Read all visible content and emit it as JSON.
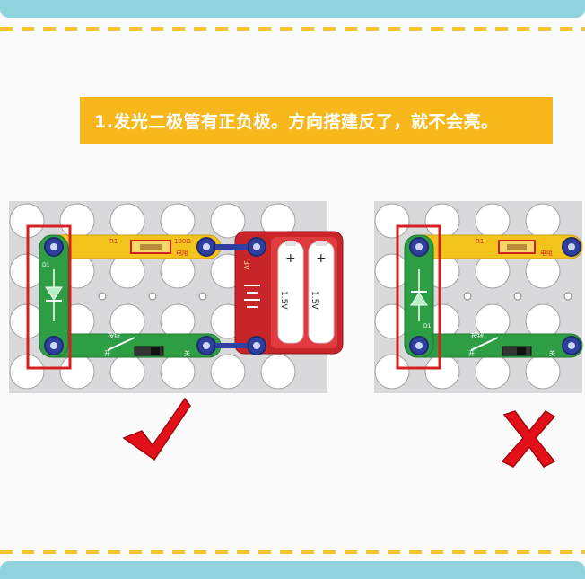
{
  "title": "1.发光二极管有正负极。方向搭建反了，就不会亮。",
  "left_circuit": {
    "resistor_label": "电阻",
    "resistor_value": "100Ω",
    "resistor_code": "R1",
    "switch_label_left": "开",
    "switch_label_right": "关",
    "switch_name": "按钮",
    "battery_voltage": "3V",
    "cell_1": "1.5V",
    "cell_2": "1.5V",
    "plus_sign": "+",
    "led_code": "D1"
  },
  "right_circuit": {
    "resistor_label": "电阻",
    "resistor_code": "R1",
    "switch_label_left": "开",
    "switch_label_right": "关",
    "switch_name": "按钮",
    "led_code": "D1"
  },
  "colors": {
    "banner": "#f8b81b",
    "highlight_box": "#d62020",
    "check": "#e3101a",
    "cross": "#e3101a",
    "led_board": "#2e9e44",
    "resistor_board": "#f3c51c",
    "battery_box": "#c8252b"
  },
  "icons": {
    "check": "check-mark-icon",
    "cross": "cross-mark-icon"
  }
}
